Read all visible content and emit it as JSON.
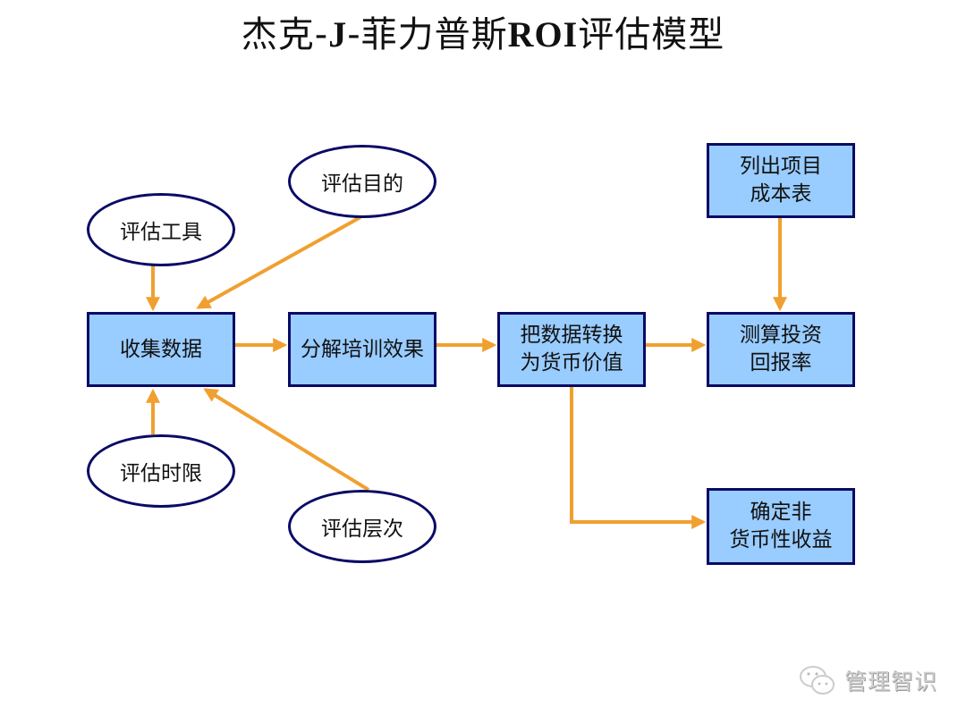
{
  "title": {
    "part1": "杰克-",
    "latin1": "J",
    "part2": "-菲力普斯",
    "latin2": "ROI",
    "part3": "评估模型"
  },
  "nodes": {
    "evaluation_purpose": "评估目的",
    "evaluation_tools": "评估工具",
    "collect_data": "收集数据",
    "isolate_training_effects": "分解培训效果",
    "convert_to_monetary": "把数据转换\n为货币价值",
    "calculate_roi": "测算投资\n回报率",
    "list_project_costs": "列出项目\n成本表",
    "evaluation_timeframe": "评估时限",
    "evaluation_level": "评估层次",
    "intangible_benefits": "确定非\n货币性收益"
  },
  "watermark": {
    "icon": "wechat-icon",
    "text": "管理智识"
  },
  "colors": {
    "box_fill": "#99ccff",
    "border": "#0a0a66",
    "arrow": "#f0a030"
  }
}
